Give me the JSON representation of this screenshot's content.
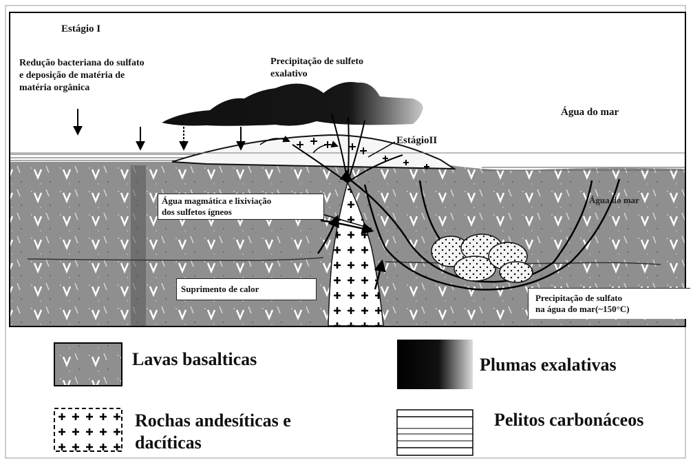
{
  "diagram": {
    "stage_title": "Estágio I",
    "stage_two": "EstágioII",
    "labels": {
      "bacterial_reduction": [
        "Redução bacteriana do sulfato",
        "e deposição de matéria de",
        "matéria orgânica"
      ],
      "exhalative_precip": [
        "Precipitação de sulfeto",
        "exalativo"
      ],
      "seawater_top": "Água do mar",
      "seawater_inner": "Água do mar",
      "magmatic_water": [
        "Água magmática e lixiviação",
        "dos sulfetos ígneos"
      ],
      "heat_supply": "Suprimento de calor",
      "sulfate_precip": [
        "Precipitação de sulfato",
        "na água do mar(~150°C)"
      ]
    }
  },
  "legend": [
    {
      "id": "basalt",
      "label": [
        "Lavas basalticas"
      ]
    },
    {
      "id": "plume",
      "label": [
        "Plumas exalativas"
      ]
    },
    {
      "id": "andesite",
      "label": [
        "Rochas andesíticas e",
        "dacíticas"
      ]
    },
    {
      "id": "pelite",
      "label": [
        "Pelitos carbonáceos"
      ]
    }
  ],
  "colors": {
    "basalt_fill": "#8c8c8c",
    "plume_fill": "#111111",
    "line": "#111111",
    "background": "#ffffff"
  }
}
